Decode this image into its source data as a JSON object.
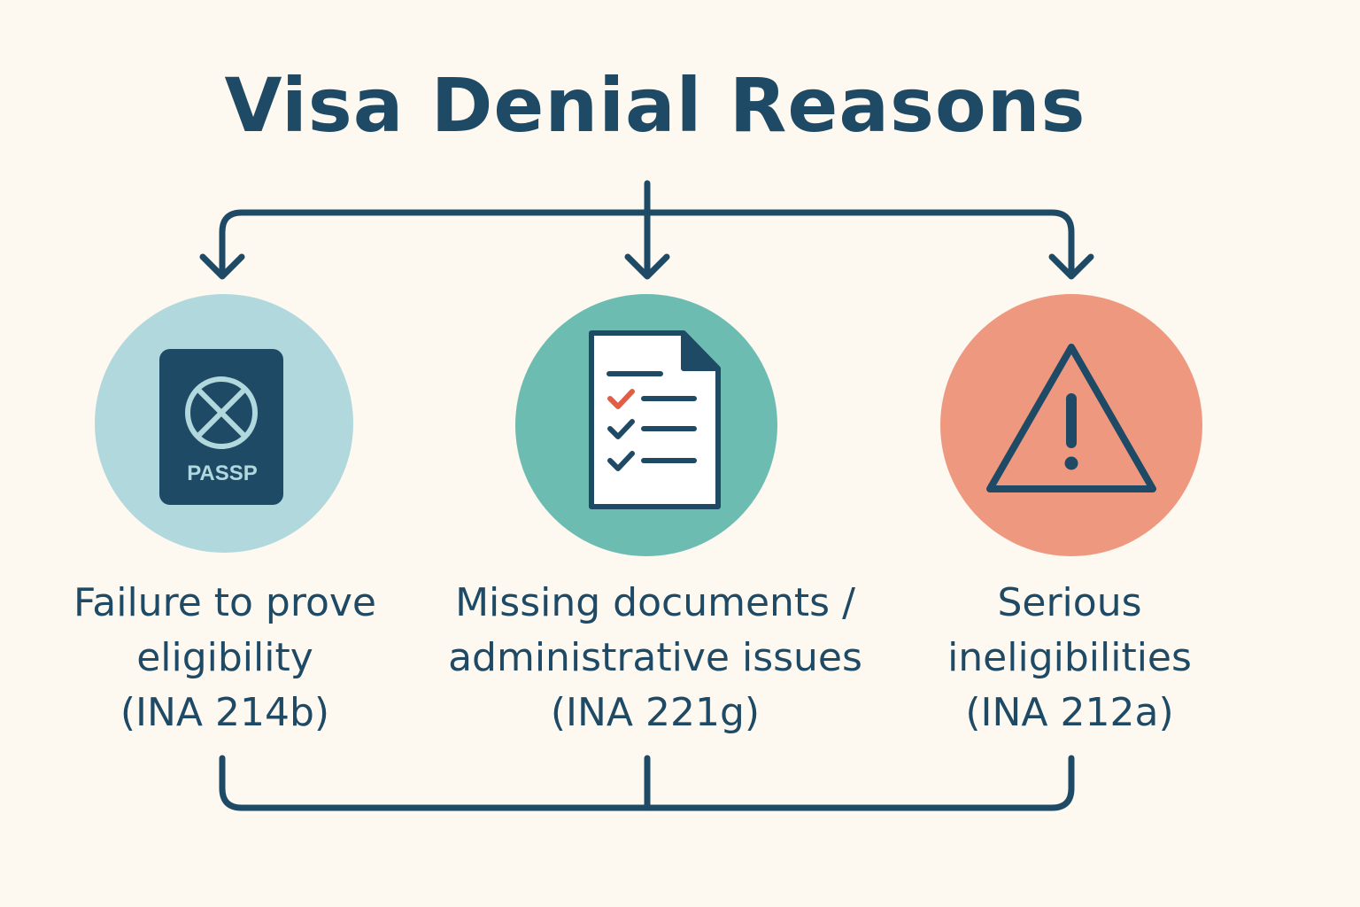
{
  "title": "Visa Denial Reasons",
  "colors": {
    "background": "#fdf9f0",
    "ink": "#1f4a66",
    "light_blue": "#b1d9dd",
    "teal": "#6dbcb2",
    "salmon": "#ef9880",
    "check_red": "#e15d44"
  },
  "reasons": [
    {
      "icon": "passport-icon",
      "icon_text": "PASSP",
      "lines": [
        "Failure to prove",
        "eligibility"
      ],
      "code": "(INA 214b)"
    },
    {
      "icon": "checklist-document-icon",
      "lines": [
        "Missing documents /",
        "administrative issues"
      ],
      "code": "(INA 221g)"
    },
    {
      "icon": "warning-triangle-icon",
      "lines": [
        "Serious",
        "ineligibilities"
      ],
      "code": "(INA 212a)"
    }
  ]
}
